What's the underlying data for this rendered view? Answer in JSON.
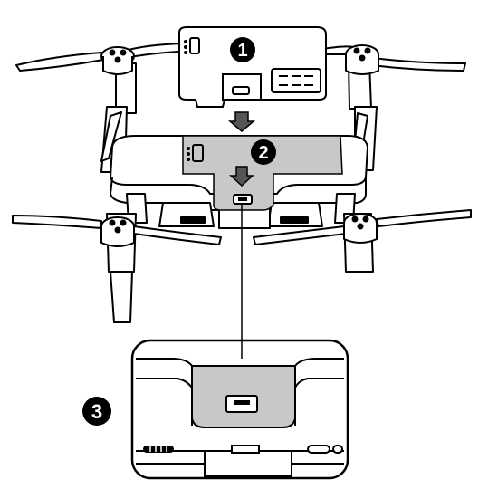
{
  "steps": [
    {
      "number": "1"
    },
    {
      "number": "2"
    },
    {
      "number": "3"
    }
  ],
  "colors": {
    "line": "#000000",
    "highlight": "#c8c8c8",
    "arrow_fill": "#555555",
    "badge": "#000000",
    "badge_text": "#ffffff",
    "background": "#ffffff"
  },
  "icons": [
    "down-arrow-icon",
    "battery-contacts-icon",
    "usb-port-icon"
  ]
}
